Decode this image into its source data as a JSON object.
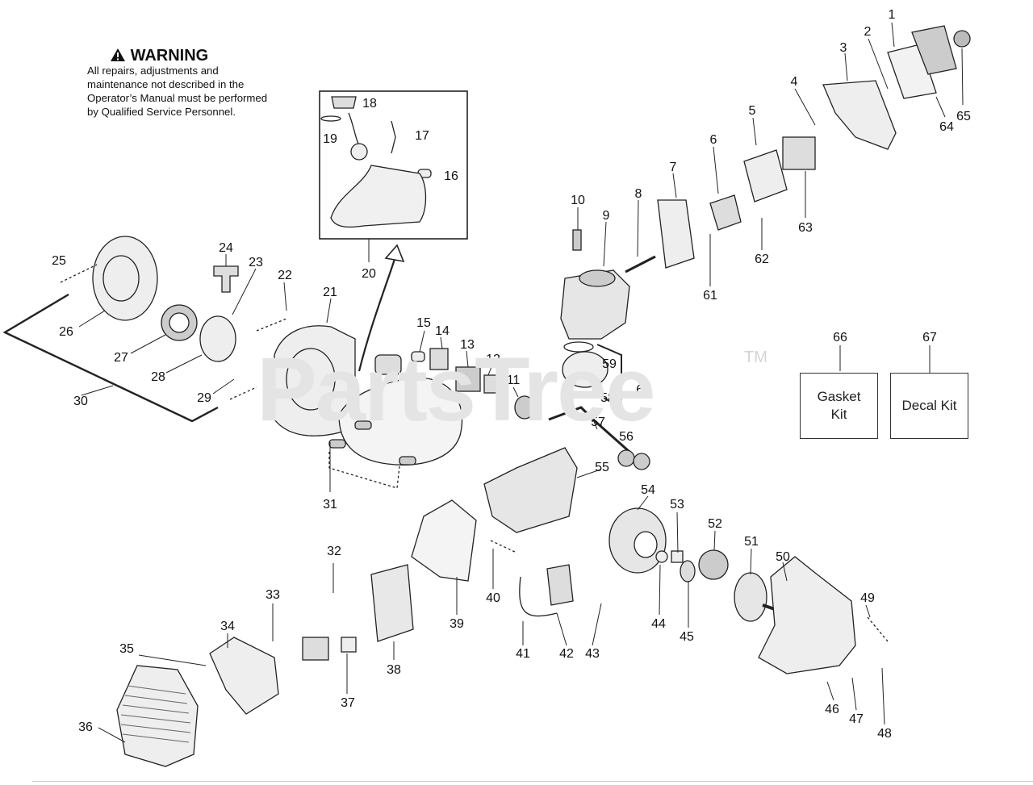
{
  "warning": {
    "title": "WARNING",
    "text": "All repairs, adjustments and maintenance not described in the Operator’s Manual must be performed by Qualified Service Personnel."
  },
  "watermark": {
    "text": "PartsTree",
    "tm": "TM"
  },
  "kits": {
    "gasket": {
      "label": "Gasket Kit",
      "number": "66"
    },
    "decal": {
      "label": "Decal Kit",
      "number": "67"
    }
  },
  "part_numbers": [
    "1",
    "2",
    "3",
    "4",
    "5",
    "6",
    "7",
    "8",
    "9",
    "10",
    "11",
    "12",
    "13",
    "14",
    "15",
    "16",
    "17",
    "18",
    "19",
    "20",
    "21",
    "22",
    "23",
    "24",
    "25",
    "26",
    "27",
    "28",
    "29",
    "30",
    "31",
    "32",
    "33",
    "34",
    "35",
    "36",
    "37",
    "38",
    "39",
    "40",
    "41",
    "42",
    "43",
    "44",
    "45",
    "46",
    "47",
    "48",
    "49",
    "50",
    "51",
    "52",
    "53",
    "54",
    "55",
    "56",
    "57",
    "58",
    "59",
    "60",
    "61",
    "62",
    "63",
    "64",
    "65"
  ],
  "colors": {
    "line": "#222222",
    "part_fill": "#e8e8e8",
    "watermark": "#e4e4e4"
  }
}
